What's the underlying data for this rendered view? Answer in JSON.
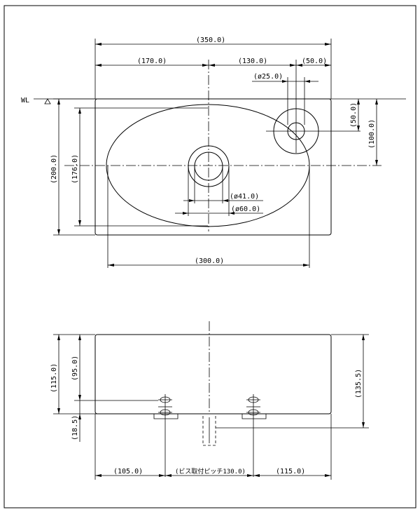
{
  "top_view": {
    "water_level_label": "WL",
    "dims": {
      "overall_width": "(350.0)",
      "left_to_drain": "(170.0)",
      "drain_to_faucet": "(130.0)",
      "faucet_to_right": "(50.0)",
      "faucet_hole_dia": "(ø25.0)",
      "faucet_from_top": "(50.0)",
      "drain_center_from_top": "(100.0)",
      "overall_depth": "(200.0)",
      "bowl_depth": "(176.0)",
      "drain_inner_dia": "(ø41.0)",
      "drain_outer_dia": "(ø60.0)",
      "bowl_width": "(300.0)"
    }
  },
  "front_view": {
    "dims": {
      "height": "(115.0)",
      "bowl_height": "(95.0)",
      "bracket_offset": "(18.5)",
      "total_height": "(135.5)",
      "left_offset": "(105.0)",
      "screw_pitch": "(ビス取付ピッチ130.0)",
      "right_offset": "(115.0)"
    }
  }
}
